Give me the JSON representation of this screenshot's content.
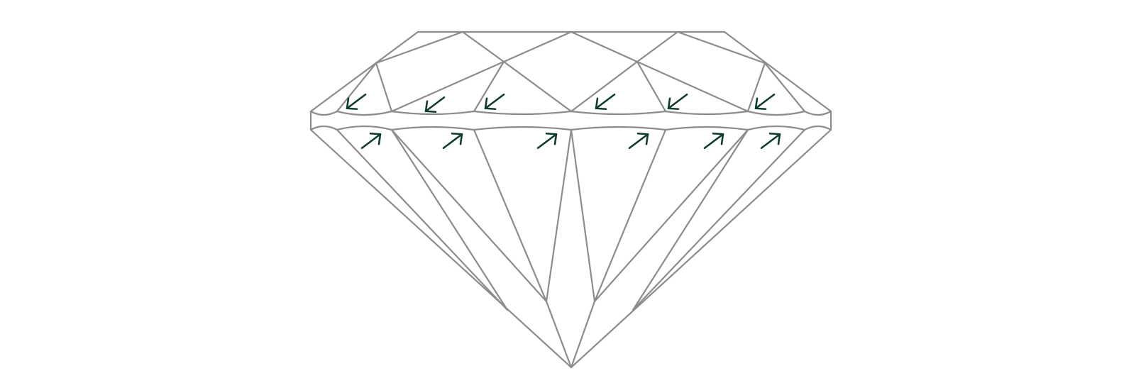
{
  "diagram": {
    "subject": "round-brilliant-diamond-side-profile",
    "outline_color": "#8c8c8c",
    "arrow_color": "#0f3d2a",
    "background_color": "#ffffff",
    "arrow_groups": [
      {
        "name": "crown-arrows",
        "direction": "down-left",
        "count": 6
      },
      {
        "name": "pavilion-arrows",
        "direction": "up-right",
        "count": 6
      }
    ]
  }
}
